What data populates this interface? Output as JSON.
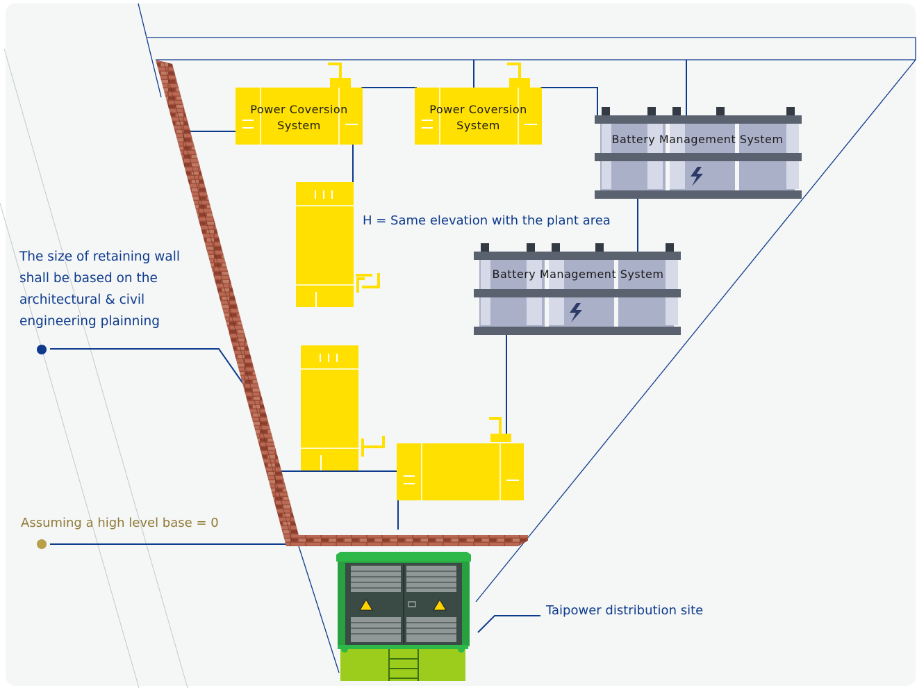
{
  "labels": {
    "pcs": "Power Coversion System",
    "bms": "Battery Management System",
    "elevation_note": "H = Same elevation with the plant area",
    "wall_note": "The size of retaining wall shall be based on the architectural & civil engineering plainning",
    "base_note": "Assuming a high level base = 0",
    "site_label": "Taipower distribution site"
  },
  "colors": {
    "background": "#f5f6f6",
    "line": "#0d3a8c",
    "pcs_yellow": "#ffe000",
    "brick": "#a4503c",
    "battery_frame": "#5a6270",
    "battery_cell": "#aab0c8",
    "cabinet_green": "#2eb84a",
    "base_green": "#9ccc1c",
    "gold_dot": "#b8a04a"
  },
  "icons": {
    "bolt": "lightning-bolt-icon",
    "warning": "warning-triangle-icon"
  }
}
